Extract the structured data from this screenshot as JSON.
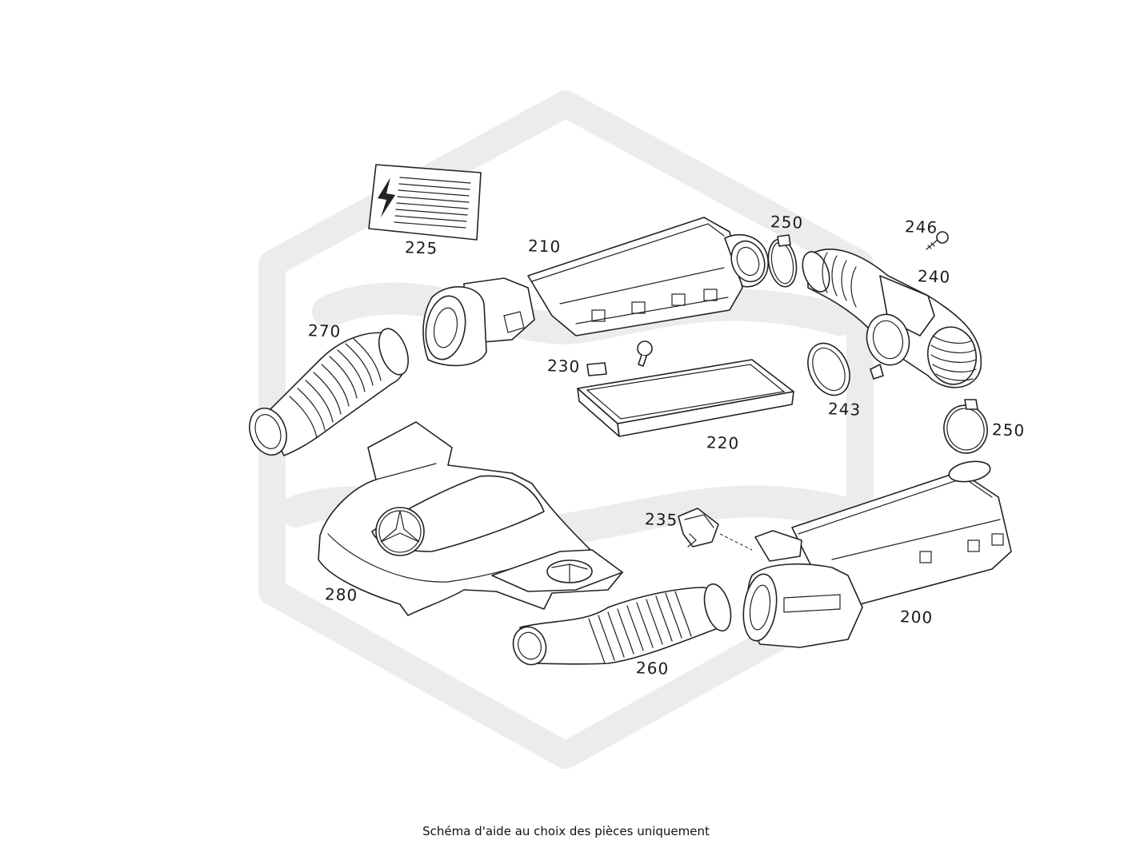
{
  "caption": "Schéma d'aide au choix des pièces uniquement",
  "parts": [
    {
      "id": "p200",
      "label": "200"
    },
    {
      "id": "p210",
      "label": "210"
    },
    {
      "id": "p220",
      "label": "220"
    },
    {
      "id": "p225",
      "label": "225"
    },
    {
      "id": "p230",
      "label": "230"
    },
    {
      "id": "p235",
      "label": "235"
    },
    {
      "id": "p240",
      "label": "240"
    },
    {
      "id": "p243",
      "label": "243"
    },
    {
      "id": "p246",
      "label": "246"
    },
    {
      "id": "p250a",
      "label": "250"
    },
    {
      "id": "p250b",
      "label": "250"
    },
    {
      "id": "p260",
      "label": "260"
    },
    {
      "id": "p270",
      "label": "270"
    },
    {
      "id": "p280",
      "label": "280"
    }
  ],
  "colors": {
    "line": "#222222",
    "watermark": "#ececec",
    "background": "#ffffff"
  }
}
